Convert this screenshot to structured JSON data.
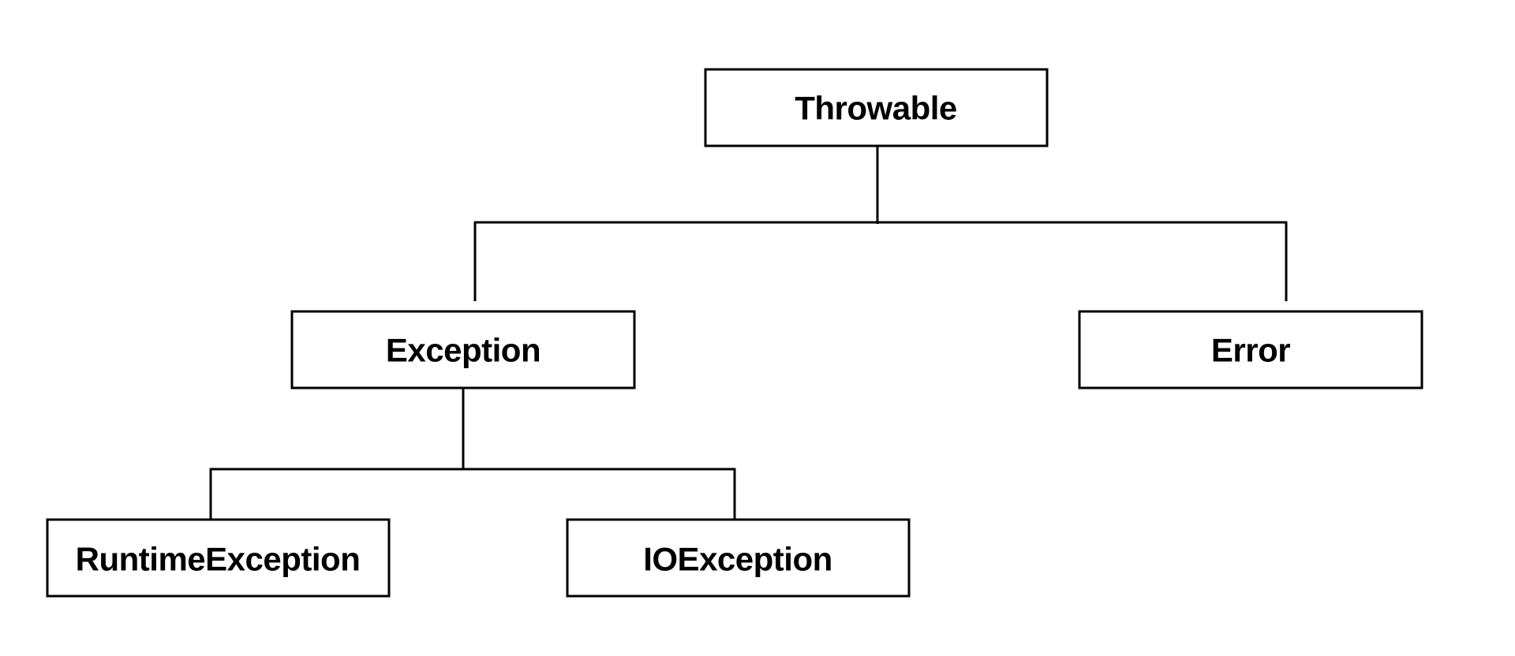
{
  "diagram": {
    "nodes": {
      "throwable": "Throwable",
      "exception": "Exception",
      "error": "Error",
      "runtime_exception": "RuntimeException",
      "io_exception": "IOException"
    }
  }
}
